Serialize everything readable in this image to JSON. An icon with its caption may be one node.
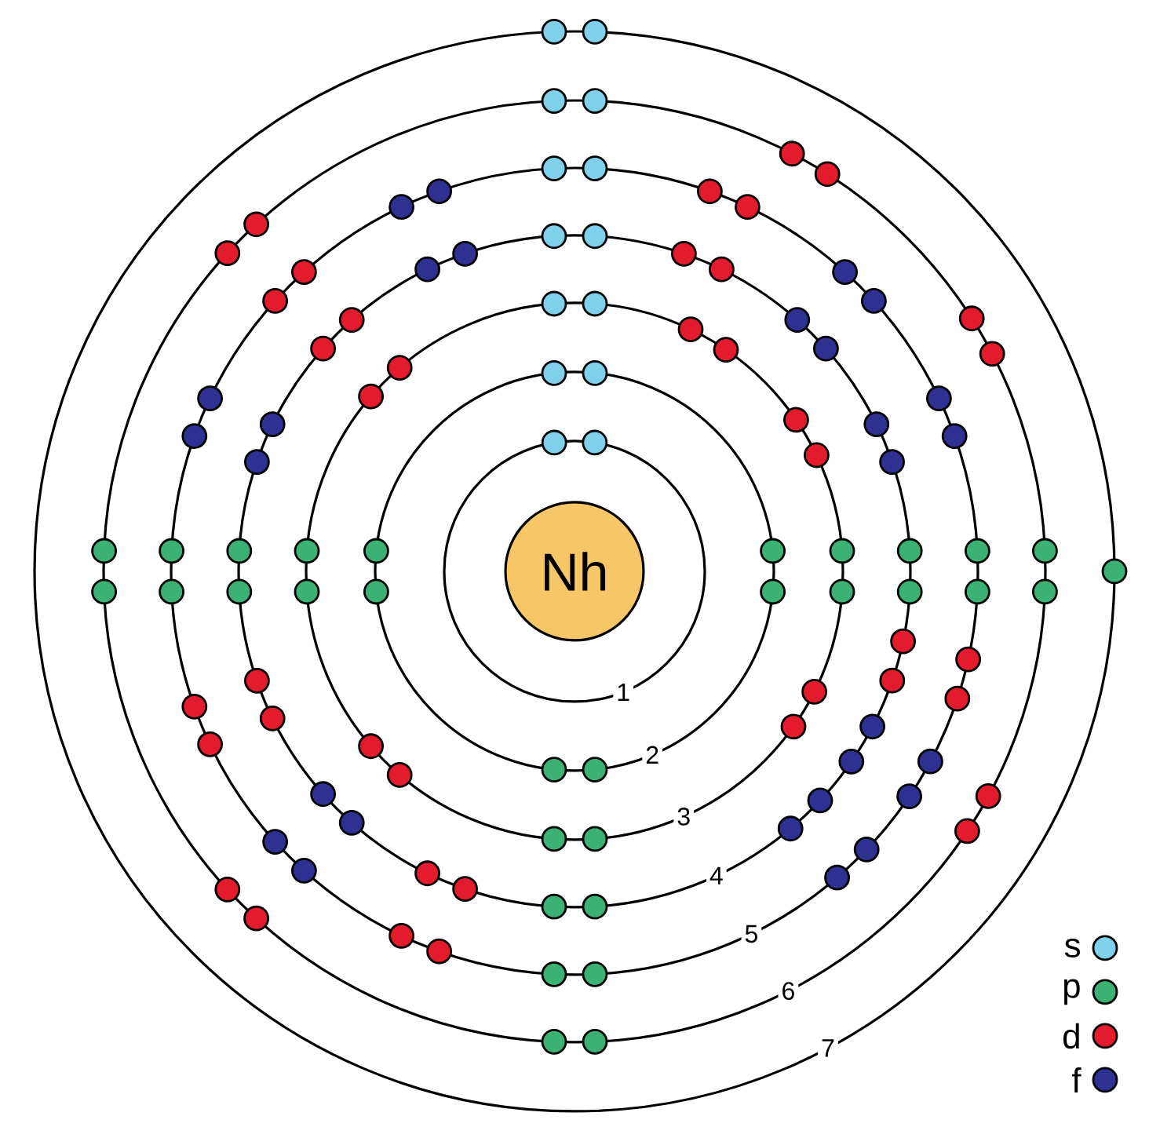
{
  "diagram": {
    "nodes": [
      {
        "text": [
          "Nh"
        ]
      }
    ],
    "labels": [
      "1",
      "2",
      "3",
      "4",
      "5",
      "6",
      "7"
    ],
    "legend": [
      {
        "text": "s",
        "color": "#7fd0ea"
      },
      {
        "text": "p",
        "color": "#3bb273"
      },
      {
        "text": "d",
        "color": "#e31b2c"
      },
      {
        "text": "f",
        "color": "#2e3192"
      }
    ]
  }
}
